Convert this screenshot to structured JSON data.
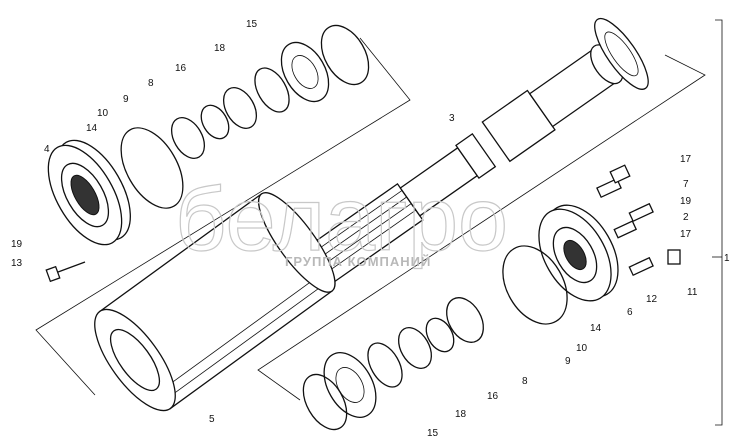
{
  "diagram": {
    "title": "Exploded view of drum shaft assembly",
    "watermark": {
      "brand": "белагро",
      "subtitle": "ГРУППА КОМПАНИЙ"
    },
    "callouts": {
      "c15a": "15",
      "c18a": "18",
      "c16a": "16",
      "c8a": "8",
      "c9a": "9",
      "c10a": "10",
      "c14a": "14",
      "c4": "4",
      "c19a": "19",
      "c13": "13",
      "c3": "3",
      "c5": "5",
      "c17a": "17",
      "c7": "7",
      "c19b": "19",
      "c2": "2",
      "c17b": "17",
      "c11": "11",
      "c12": "12",
      "c6": "6",
      "c14b": "14",
      "c10b": "10",
      "c9b": "9",
      "c8b": "8",
      "c16b": "16",
      "c18b": "18",
      "c15b": "15",
      "c1": "1"
    }
  }
}
